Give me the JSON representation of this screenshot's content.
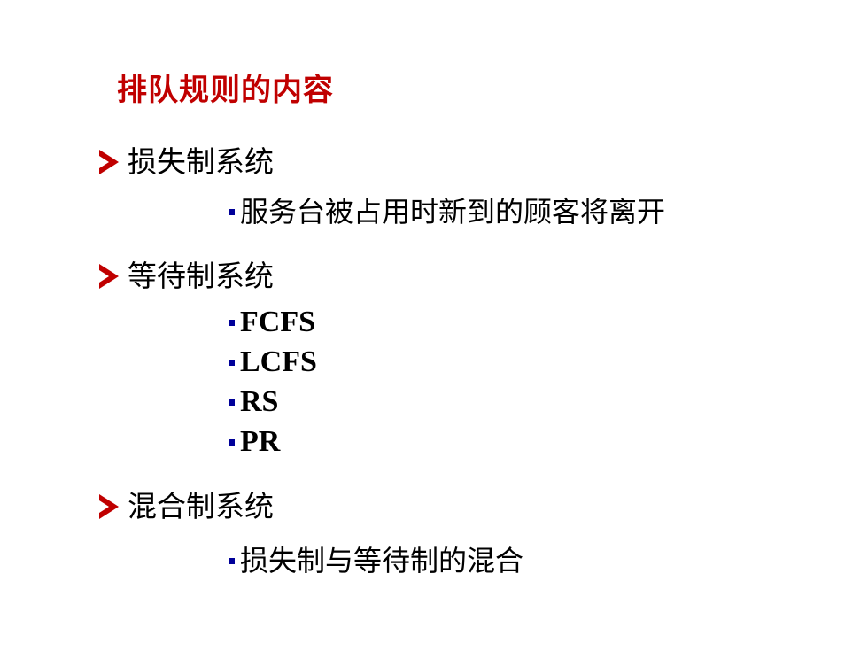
{
  "slide": {
    "title": "排队规则的内容",
    "sections": [
      {
        "heading": "损失制系统",
        "items": [
          "服务台被占用时新到的顾客将离开"
        ]
      },
      {
        "heading": "等待制系统",
        "items": [
          "FCFS",
          "LCFS",
          "RS",
          "PR"
        ]
      },
      {
        "heading": "混合制系统",
        "items": [
          "损失制与等待制的混合"
        ]
      }
    ]
  },
  "colors": {
    "title": "#c00000",
    "arrow_bullet": "#c00000",
    "square_bullet": "#000099",
    "text": "#000000",
    "background": "#ffffff"
  },
  "icons": {
    "level1_bullet": "arrow-bullet-icon",
    "level2_bullet": "square-bullet-icon"
  }
}
